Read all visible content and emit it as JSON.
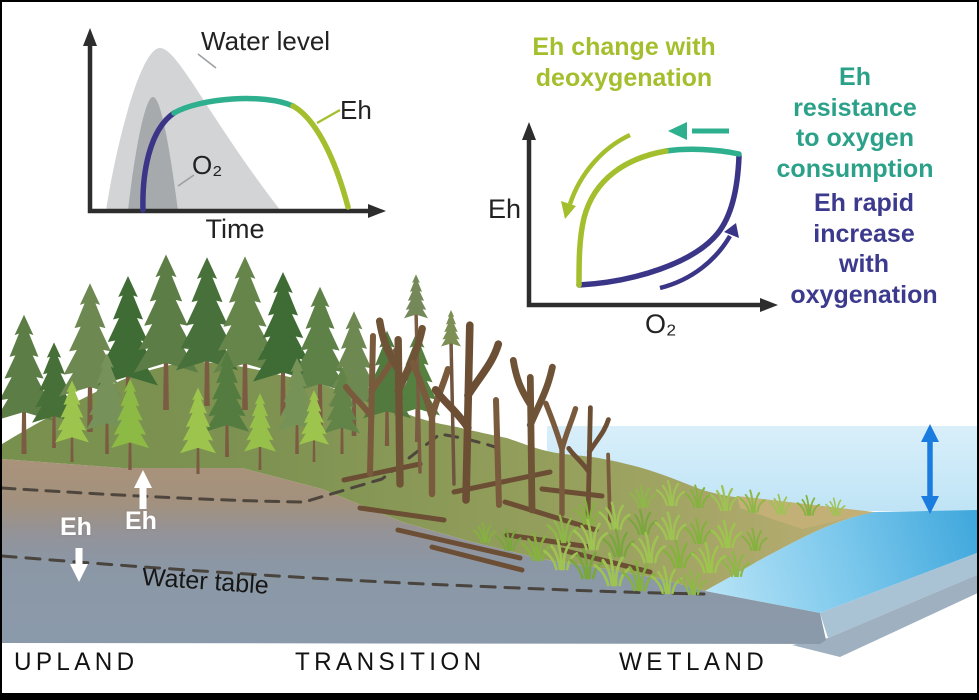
{
  "time_chart": {
    "water_level_label": "Water level",
    "eh_label": "Eh",
    "o2_label": "O₂",
    "x_axis_label": "Time"
  },
  "hysteresis_chart": {
    "y_axis_label": "Eh",
    "x_axis_label": "O₂",
    "deoxygenation_note": "Eh change with\ndeoxygenation",
    "resistance_note": "Eh resistance\nto oxygen\nconsumption",
    "oxygenation_note": "Eh rapid\nincrease with\noxygenation"
  },
  "landscape": {
    "eh_increase_label": "Eh",
    "eh_decrease_label": "Eh",
    "water_table_label": "Water table",
    "zones": [
      {
        "label": "UPLAND"
      },
      {
        "label": "TRANSITION"
      },
      {
        "label": "WETLAND"
      }
    ]
  },
  "colors": {
    "eh_oxygenation_navy": "#3b3588",
    "eh_resistance_teal": "#2eaf8d",
    "eh_deoxygenation_green": "#a4bf2d",
    "water_level_gray": "#d2d4d6",
    "o2_gray": "#a7aaac",
    "high_water_band_blue": "#cde9f7",
    "pond_blue": "#41a8dd",
    "water_range_arrow_blue": "#1b7ce0",
    "soil_brown": "#ab937a",
    "saturated_soil_gray": "#8b9aab",
    "upland_grass_green": "#78904e",
    "wetland_surface_olive": "#a6a667"
  },
  "chart_data": [
    {
      "type": "line",
      "title": "Water level, O₂ and Eh response over time (flood pulse)",
      "xlabel": "Time",
      "ylabel": "",
      "grid": false,
      "series": [
        {
          "name": "Water level",
          "style": "filled area",
          "color": "#d2d4d6",
          "shape": "broad flood pulse rising early, peaking, then long recession"
        },
        {
          "name": "O₂",
          "style": "filled area",
          "color": "#a7aaac",
          "shape": "narrow short pulse nested inside the water-level pulse"
        },
        {
          "name": "Eh",
          "style": "multicolor line",
          "segments": [
            {
              "phase": "rapid increase with oxygenation",
              "color": "#3b3588",
              "position": "steep rising limb"
            },
            {
              "phase": "resistance to oxygen consumption",
              "color": "#2eaf8d",
              "position": "high plateau"
            },
            {
              "phase": "change with deoxygenation",
              "color": "#a4bf2d",
              "position": "late steep decline"
            }
          ]
        }
      ]
    },
    {
      "type": "line",
      "title": "Eh–O₂ hysteresis loop",
      "xlabel": "O₂",
      "ylabel": "Eh",
      "grid": false,
      "series": [
        {
          "name": "Eh rapid increase with oxygenation",
          "color": "#3b3588",
          "path": "right limb of loop, arrow pointing up-right"
        },
        {
          "name": "Eh resistance to oxygen consumption",
          "color": "#2eaf8d",
          "path": "flat top of loop, arrow pointing left"
        },
        {
          "name": "Eh change with deoxygenation",
          "color": "#a4bf2d",
          "path": "left limb of loop, arrow pointing down"
        }
      ]
    }
  ]
}
